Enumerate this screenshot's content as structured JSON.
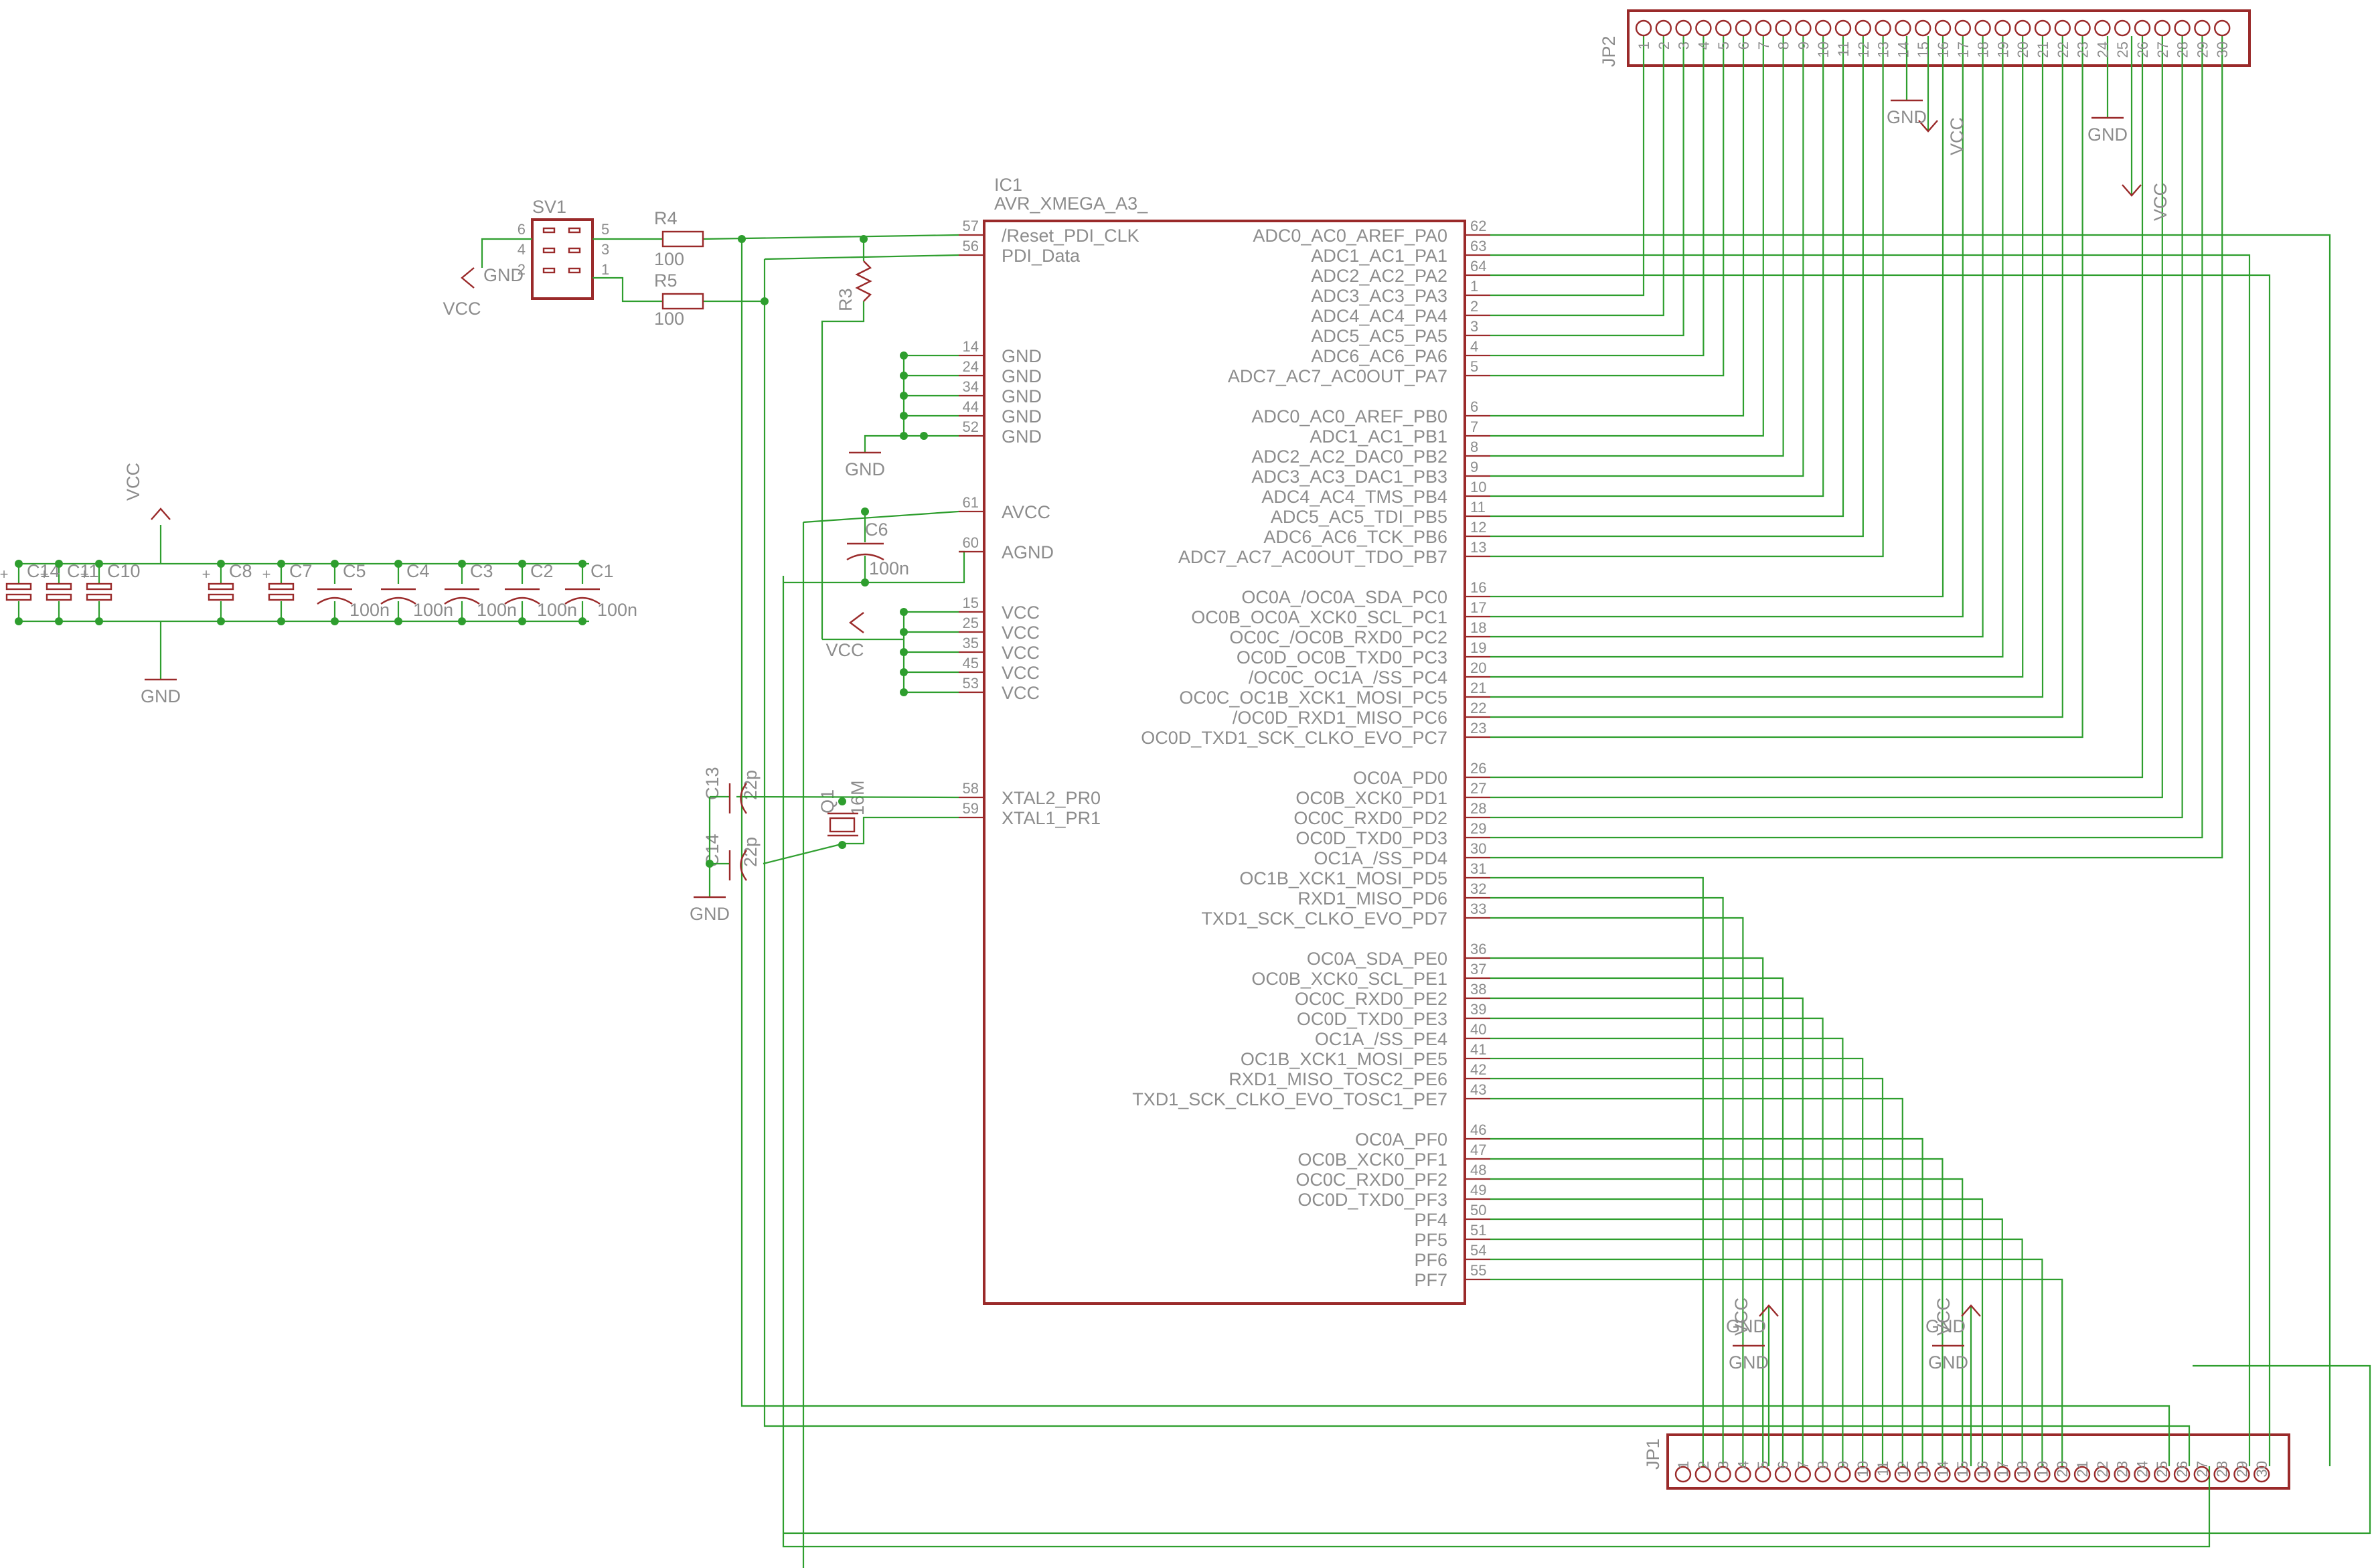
{
  "ic1": {
    "ref": "IC1",
    "value": "AVR_XMEGA_A3_",
    "left_pins": [
      {
        "num": "57",
        "name": "/Reset_PDI_CLK"
      },
      {
        "num": "56",
        "name": "PDI_Data"
      },
      {
        "num": "14",
        "name": "GND"
      },
      {
        "num": "24",
        "name": "GND"
      },
      {
        "num": "34",
        "name": "GND"
      },
      {
        "num": "44",
        "name": "GND"
      },
      {
        "num": "52",
        "name": "GND"
      },
      {
        "num": "61",
        "name": "AVCC"
      },
      {
        "num": "60",
        "name": "AGND"
      },
      {
        "num": "15",
        "name": "VCC"
      },
      {
        "num": "25",
        "name": "VCC"
      },
      {
        "num": "35",
        "name": "VCC"
      },
      {
        "num": "45",
        "name": "VCC"
      },
      {
        "num": "53",
        "name": "VCC"
      },
      {
        "num": "58",
        "name": "XTAL2_PR0"
      },
      {
        "num": "59",
        "name": "XTAL1_PR1"
      }
    ],
    "right_pins": [
      {
        "num": "62",
        "name": "ADC0_AC0_AREF_PA0"
      },
      {
        "num": "63",
        "name": "ADC1_AC1_PA1"
      },
      {
        "num": "64",
        "name": "ADC2_AC2_PA2"
      },
      {
        "num": "1",
        "name": "ADC3_AC3_PA3"
      },
      {
        "num": "2",
        "name": "ADC4_AC4_PA4"
      },
      {
        "num": "3",
        "name": "ADC5_AC5_PA5"
      },
      {
        "num": "4",
        "name": "ADC6_AC6_PA6"
      },
      {
        "num": "5",
        "name": "ADC7_AC7_AC0OUT_PA7"
      },
      {
        "num": "6",
        "name": "ADC0_AC0_AREF_PB0"
      },
      {
        "num": "7",
        "name": "ADC1_AC1_PB1"
      },
      {
        "num": "8",
        "name": "ADC2_AC2_DAC0_PB2"
      },
      {
        "num": "9",
        "name": "ADC3_AC3_DAC1_PB3"
      },
      {
        "num": "10",
        "name": "ADC4_AC4_TMS_PB4"
      },
      {
        "num": "11",
        "name": "ADC5_AC5_TDI_PB5"
      },
      {
        "num": "12",
        "name": "ADC6_AC6_TCK_PB6"
      },
      {
        "num": "13",
        "name": "ADC7_AC7_AC0OUT_TDO_PB7"
      },
      {
        "num": "16",
        "name": "OC0A_/OC0A_SDA_PC0"
      },
      {
        "num": "17",
        "name": "OC0B_OC0A_XCK0_SCL_PC1"
      },
      {
        "num": "18",
        "name": "OC0C_/OC0B_RXD0_PC2"
      },
      {
        "num": "19",
        "name": "OC0D_OC0B_TXD0_PC3"
      },
      {
        "num": "20",
        "name": "/OC0C_OC1A_/SS_PC4"
      },
      {
        "num": "21",
        "name": "OC0C_OC1B_XCK1_MOSI_PC5"
      },
      {
        "num": "22",
        "name": "/OC0D_RXD1_MISO_PC6"
      },
      {
        "num": "23",
        "name": "OC0D_TXD1_SCK_CLKO_EVO_PC7"
      },
      {
        "num": "26",
        "name": "OC0A_PD0"
      },
      {
        "num": "27",
        "name": "OC0B_XCK0_PD1"
      },
      {
        "num": "28",
        "name": "OC0C_RXD0_PD2"
      },
      {
        "num": "29",
        "name": "OC0D_TXD0_PD3"
      },
      {
        "num": "30",
        "name": "OC1A_/SS_PD4"
      },
      {
        "num": "31",
        "name": "OC1B_XCK1_MOSI_PD5"
      },
      {
        "num": "32",
        "name": "RXD1_MISO_PD6"
      },
      {
        "num": "33",
        "name": "TXD1_SCK_CLKO_EVO_PD7"
      },
      {
        "num": "36",
        "name": "OC0A_SDA_PE0"
      },
      {
        "num": "37",
        "name": "OC0B_XCK0_SCL_PE1"
      },
      {
        "num": "38",
        "name": "OC0C_RXD0_PE2"
      },
      {
        "num": "39",
        "name": "OC0D_TXD0_PE3"
      },
      {
        "num": "40",
        "name": "OC1A_/SS_PE4"
      },
      {
        "num": "41",
        "name": "OC1B_XCK1_MOSI_PE5"
      },
      {
        "num": "42",
        "name": "RXD1_MISO_TOSC2_PE6"
      },
      {
        "num": "43",
        "name": "TXD1_SCK_CLKO_EVO_TOSC1_PE7"
      },
      {
        "num": "46",
        "name": "OC0A_PF0"
      },
      {
        "num": "47",
        "name": "OC0B_XCK0_PF1"
      },
      {
        "num": "48",
        "name": "OC0C_RXD0_PF2"
      },
      {
        "num": "49",
        "name": "OC0D_TXD0_PF3"
      },
      {
        "num": "50",
        "name": "PF4"
      },
      {
        "num": "51",
        "name": "PF5"
      },
      {
        "num": "54",
        "name": "PF6"
      },
      {
        "num": "55",
        "name": "PF7"
      }
    ]
  },
  "sv1": {
    "ref": "SV1",
    "pins_left": [
      "6",
      "4",
      "2"
    ],
    "pins_right": [
      "5",
      "3",
      "1"
    ]
  },
  "resistors": [
    {
      "ref": "R4",
      "value": "100"
    },
    {
      "ref": "R5",
      "value": "100"
    },
    {
      "ref": "R3",
      "value": ""
    }
  ],
  "caps_bank": [
    {
      "ref": "C14",
      "value": ""
    },
    {
      "ref": "C11",
      "value": ""
    },
    {
      "ref": "C10",
      "value": ""
    },
    {
      "ref": "C8",
      "value": ""
    },
    {
      "ref": "C7",
      "value": ""
    },
    {
      "ref": "C5",
      "value": "100n"
    },
    {
      "ref": "C4",
      "value": "100n"
    },
    {
      "ref": "C3",
      "value": "100n"
    },
    {
      "ref": "C2",
      "value": "100n"
    },
    {
      "ref": "C1",
      "value": "100n"
    }
  ],
  "c6": {
    "ref": "C6",
    "value": "100n"
  },
  "crystal": {
    "ref": "Q1",
    "value": "16M"
  },
  "load_caps": [
    {
      "ref": "C13",
      "value": "22p"
    },
    {
      "ref": "C14",
      "value": "22p"
    }
  ],
  "headers": {
    "jp2": {
      "ref": "JP2",
      "pins": [
        "1",
        "2",
        "3",
        "4",
        "5",
        "6",
        "7",
        "8",
        "9",
        "10",
        "11",
        "12",
        "13",
        "14",
        "15",
        "16",
        "17",
        "18",
        "19",
        "20",
        "21",
        "22",
        "23",
        "24",
        "25",
        "26",
        "27",
        "28",
        "29",
        "30"
      ]
    },
    "jp1": {
      "ref": "JP1",
      "pins": [
        "1",
        "2",
        "3",
        "4",
        "5",
        "6",
        "7",
        "8",
        "9",
        "10",
        "11",
        "12",
        "13",
        "14",
        "15",
        "16",
        "17",
        "18",
        "19",
        "20",
        "21",
        "22",
        "23",
        "24",
        "25",
        "26",
        "27",
        "28",
        "29",
        "30"
      ]
    }
  },
  "power_labels": {
    "gnd": "GND",
    "vcc": "VCC"
  }
}
